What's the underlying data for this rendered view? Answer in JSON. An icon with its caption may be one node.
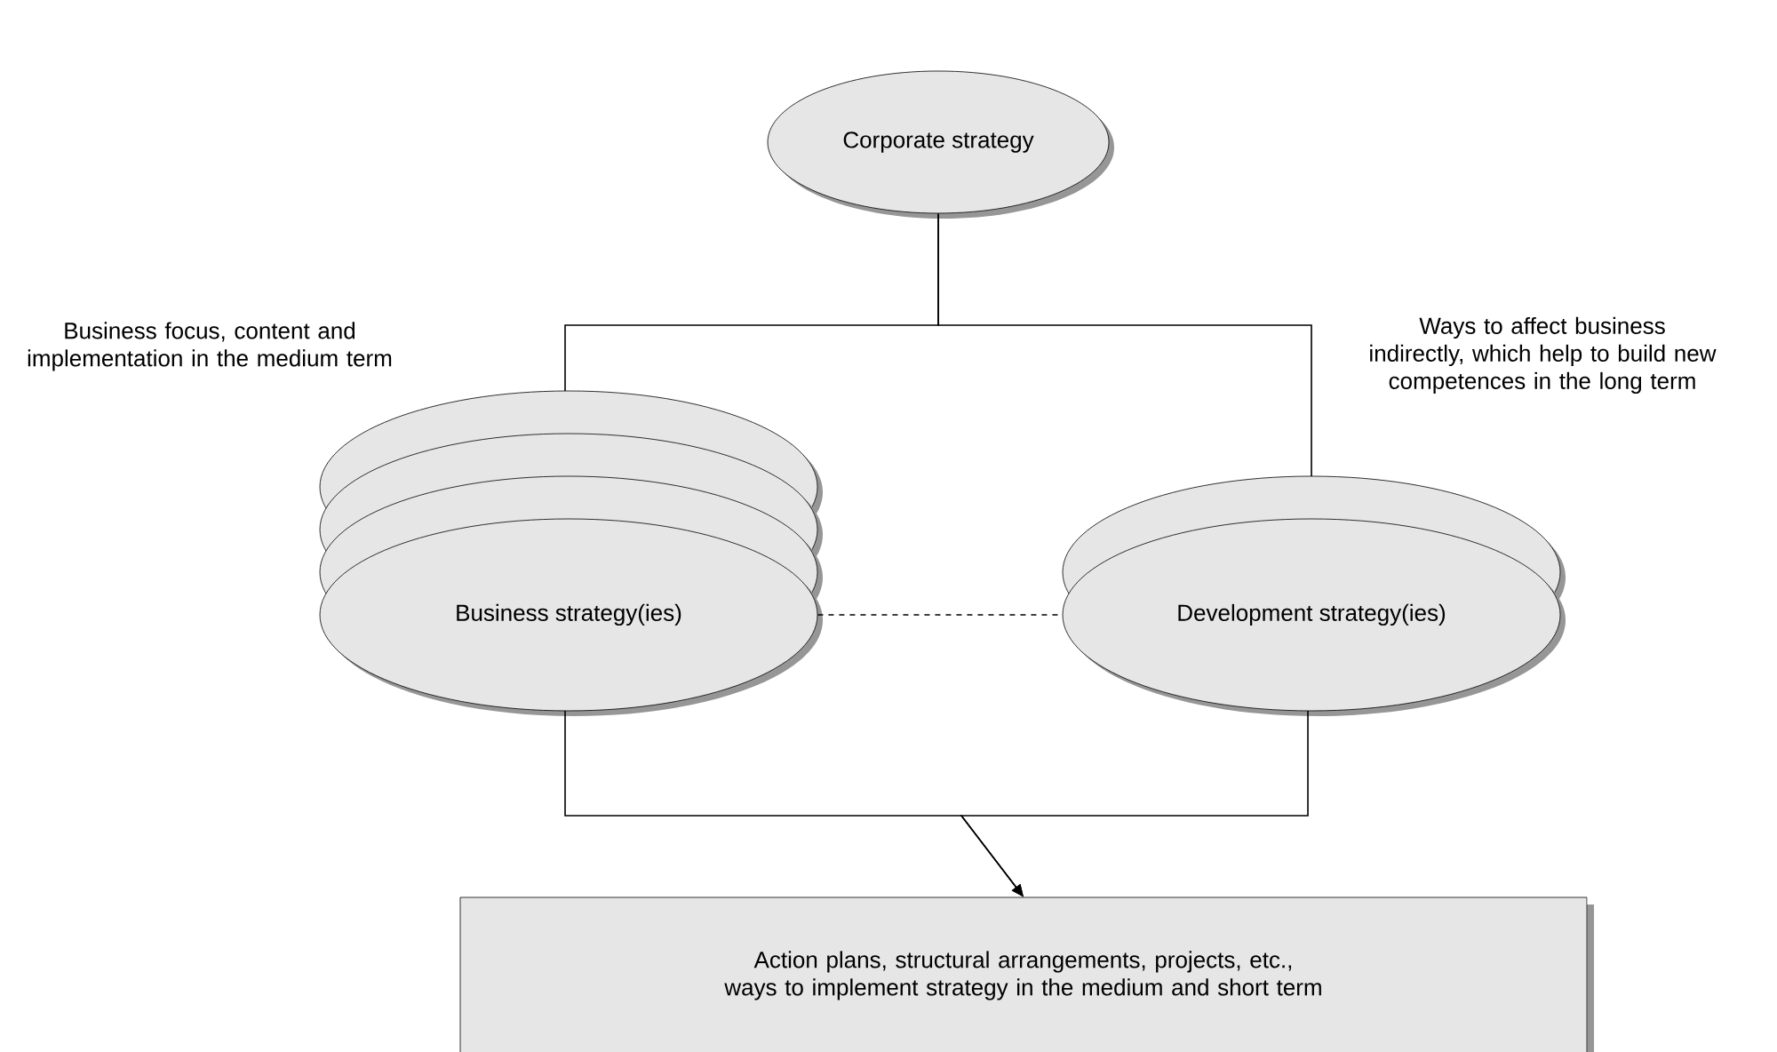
{
  "diagram": {
    "nodes": [
      {
        "text": [
          "Corporate strategy"
        ]
      },
      {
        "text": [
          "Business strategy(ies)"
        ],
        "beside": [
          "Business focus, content and implementation in the medium term"
        ]
      },
      {
        "text": [
          "Development strategy(ies)"
        ],
        "beside": [
          "Ways to affect business indirectly, which help to build new competences in the long term"
        ]
      },
      {
        "text": [
          "Action plans, structural arrangements, projects, etc., ways to implement strategy in the medium and short term"
        ]
      }
    ],
    "edges": [
      {
        "from": 0,
        "to": 1,
        "arrow": "none"
      },
      {
        "from": 0,
        "to": 2,
        "arrow": "none"
      },
      {
        "from": 1,
        "to": 2,
        "arrow": "none",
        "style": "dashed"
      },
      {
        "from": 1,
        "to": 3,
        "arrow": "to"
      },
      {
        "from": 2,
        "to": 3,
        "arrow": "to"
      }
    ]
  }
}
